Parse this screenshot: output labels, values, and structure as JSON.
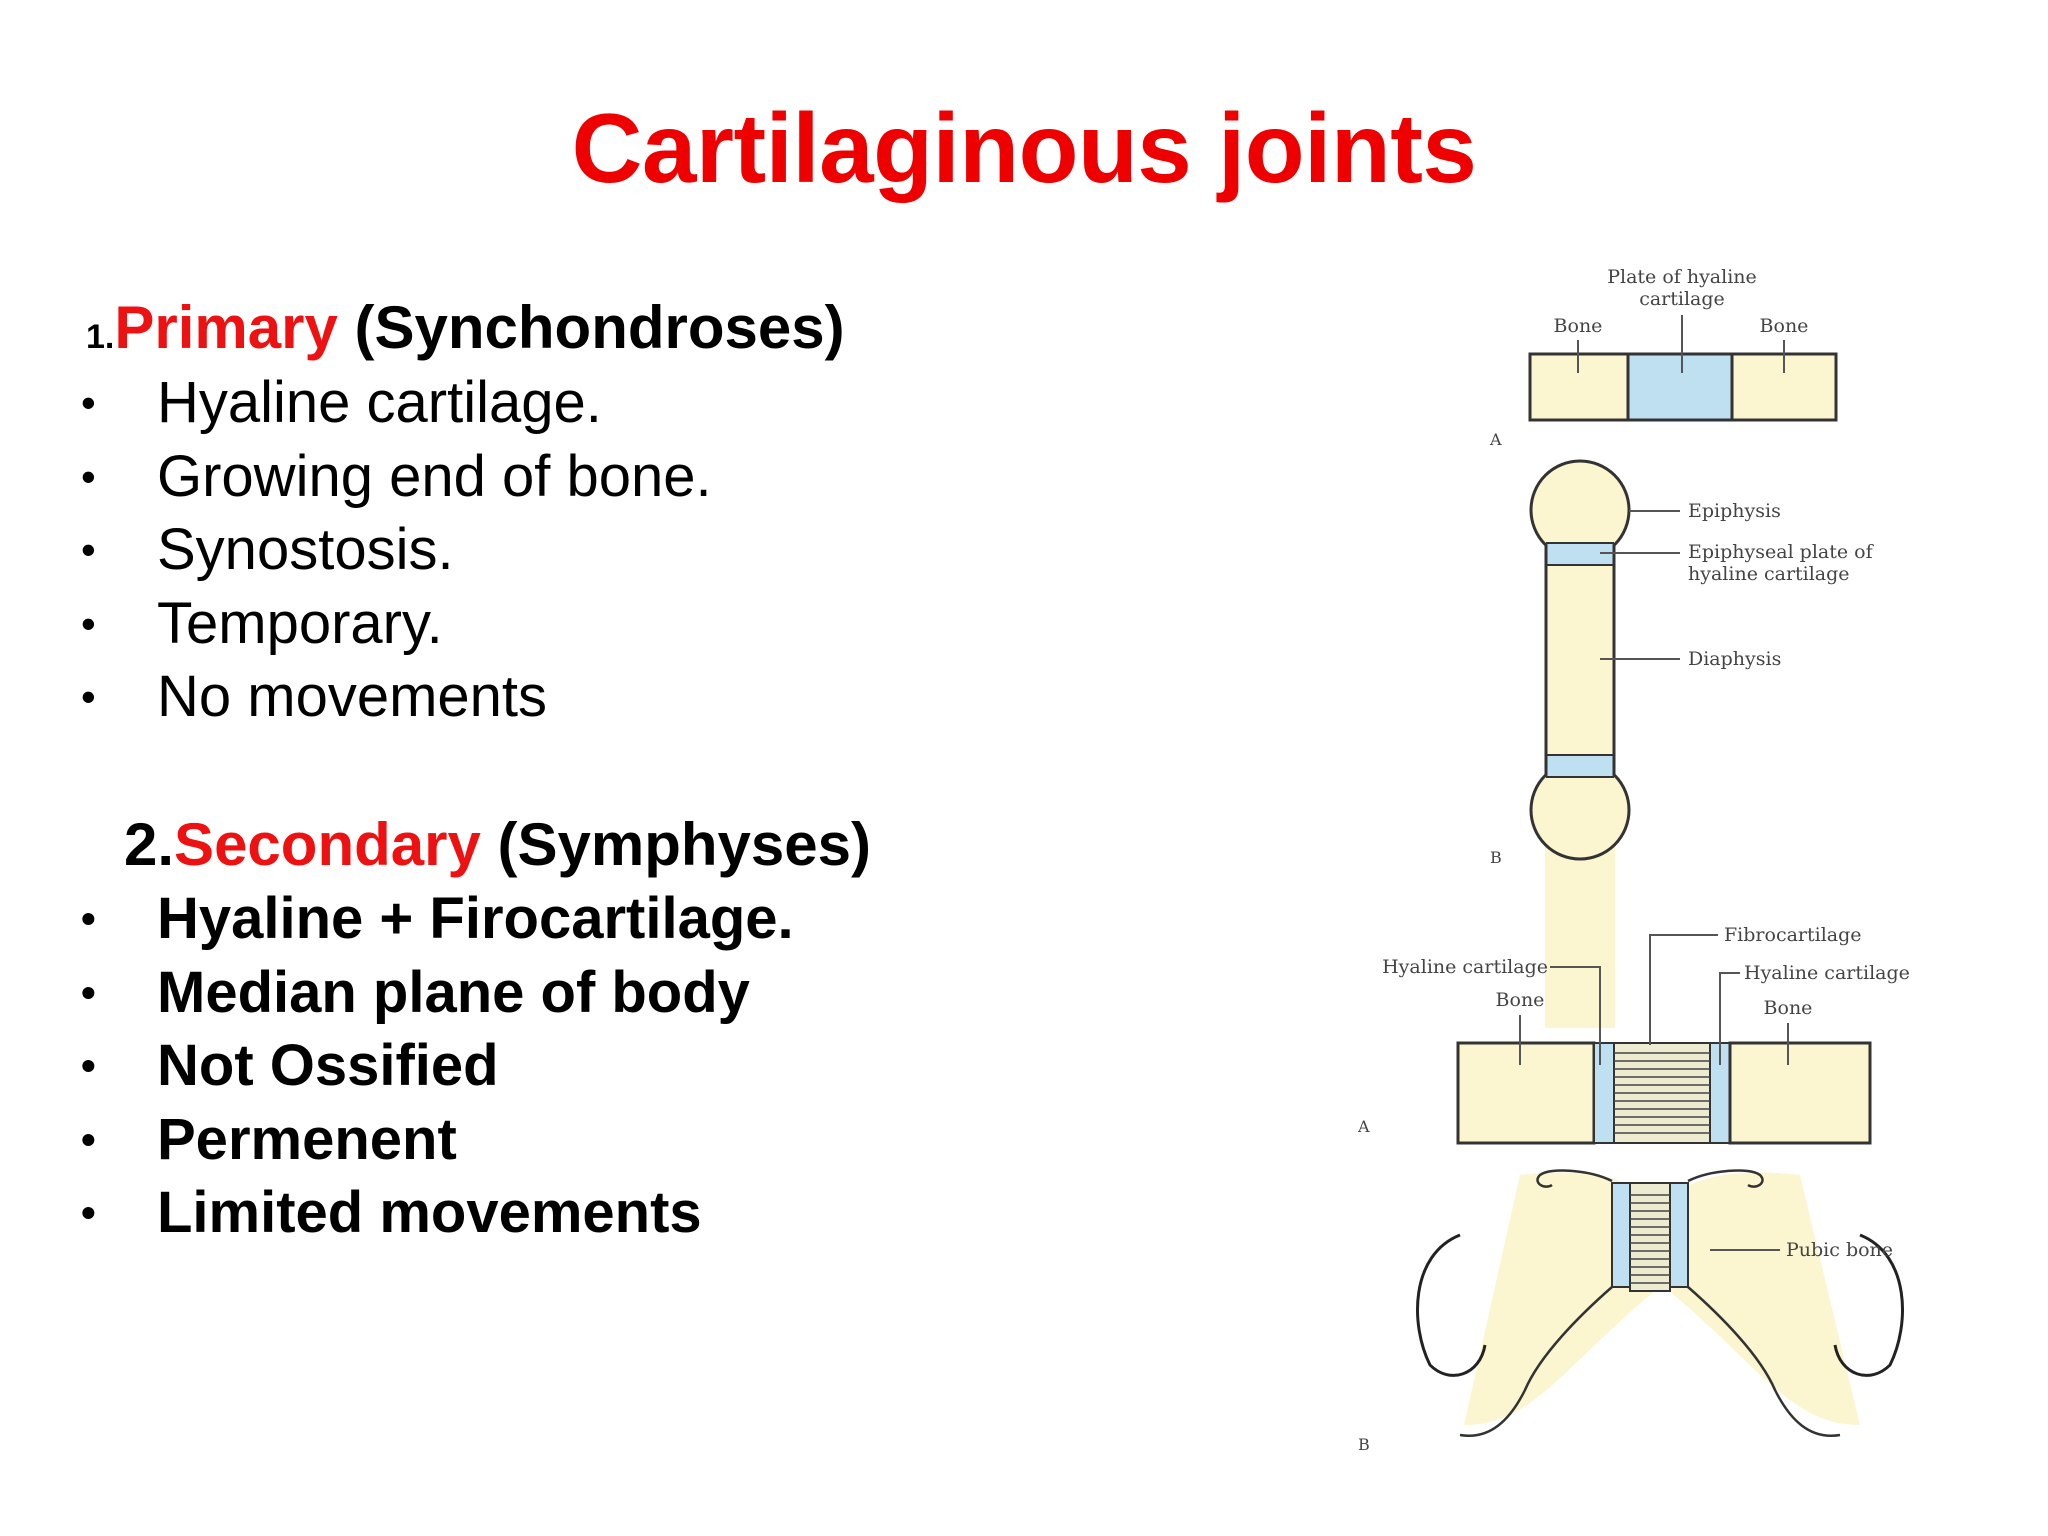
{
  "title": "Cartilaginous joints",
  "primary": {
    "number": "1.",
    "name": "Primary",
    "paren": " (Synchondroses)",
    "items": [
      "Hyaline cartilage.",
      "Growing end of bone.",
      "Synostosis.",
      "Temporary.",
      "No movements"
    ]
  },
  "secondary": {
    "number": "2.",
    "name": "Secondary",
    "paren": " (Symphyses)",
    "items": [
      "Hyaline + Firocartilage.",
      "Median plane of body",
      "Not Ossified",
      "Permenent",
      "Limited movements"
    ]
  },
  "fig1": {
    "a": {
      "plate_label_1": "Plate of hyaline",
      "plate_label_2": "cartilage",
      "bone_left": "Bone",
      "bone_right": "Bone",
      "panel": "A"
    },
    "b": {
      "epiphysis": "Epiphysis",
      "plate_1": "Epiphyseal plate of",
      "plate_2": "hyaline cartilage",
      "diaphysis": "Diaphysis",
      "panel": "B"
    }
  },
  "fig2": {
    "a": {
      "hyaline_left": "Hyaline cartilage",
      "bone_left": "Bone",
      "fibro": "Fibrocartilage",
      "hyaline_right": "Hyaline cartilage",
      "bone_right": "Bone",
      "panel": "A"
    },
    "b": {
      "pubic": "Pubic bone",
      "panel": "B"
    }
  },
  "colors": {
    "title": "#ee0000",
    "bone": "#fbf5d0",
    "cartilage": "#bfe0f0",
    "outline": "#333333"
  }
}
